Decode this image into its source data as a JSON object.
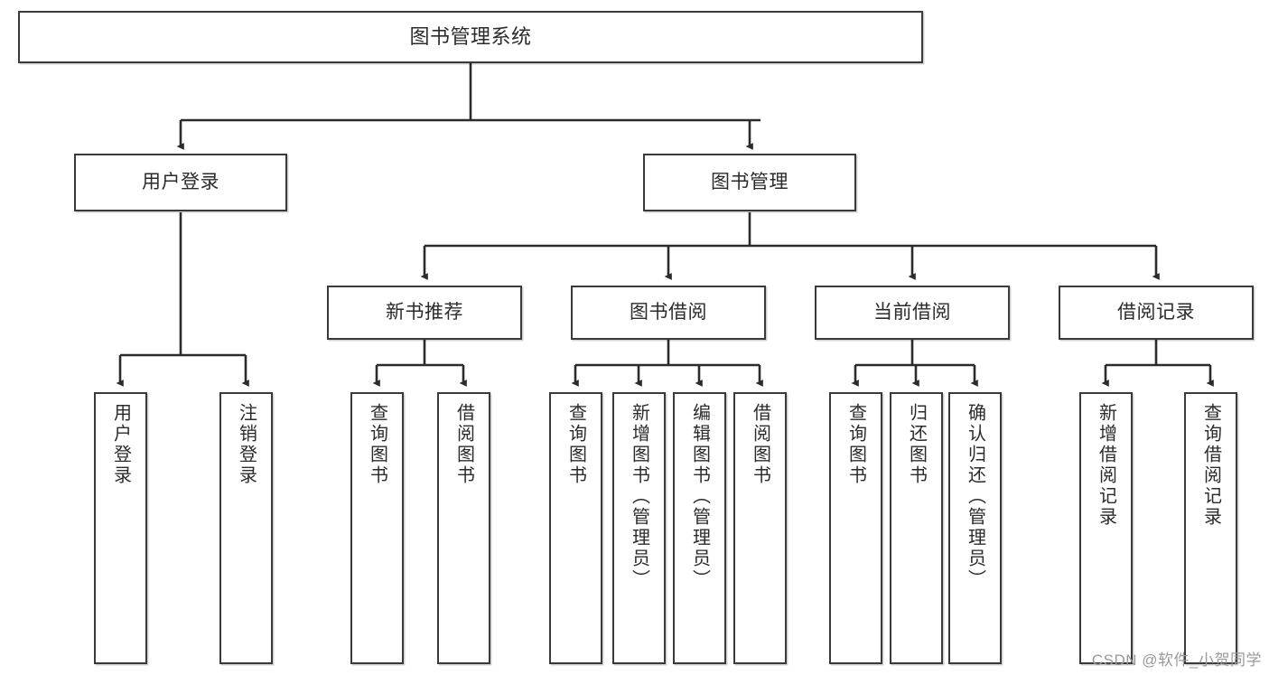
{
  "diagram": {
    "title": "图书管理系统",
    "type": "tree-hierarchy-chart",
    "watermark": "CSDN @软件_小贺同学",
    "colors": {
      "node_border": "#3a3a3a",
      "node_fill": "#ffffff",
      "connector": "#2b2b2b",
      "text": "#2b2b2b",
      "watermark": "#9a9a9a",
      "background": "#ffffff"
    },
    "nodes": {
      "root": {
        "label": "图书管理系统"
      },
      "level2": [
        {
          "id": "user-login",
          "label": "用户登录"
        },
        {
          "id": "book-management",
          "label": "图书管理"
        }
      ],
      "level3": [
        {
          "id": "new-book-recommend",
          "label": "新书推荐"
        },
        {
          "id": "book-borrow",
          "label": "图书借阅"
        },
        {
          "id": "current-borrow",
          "label": "当前借阅"
        },
        {
          "id": "borrow-record",
          "label": "借阅记录"
        }
      ],
      "leaves": [
        {
          "id": "leaf-user-login",
          "label": "用户登录",
          "parent": "user-login"
        },
        {
          "id": "leaf-logout-login",
          "label": "注销登录",
          "parent": "user-login"
        },
        {
          "id": "leaf-query-book-1",
          "label": "查询图书",
          "parent": "new-book-recommend"
        },
        {
          "id": "leaf-borrow-book-1",
          "label": "借阅图书",
          "parent": "new-book-recommend"
        },
        {
          "id": "leaf-query-book-2",
          "label": "查询图书",
          "parent": "book-borrow"
        },
        {
          "id": "leaf-add-book",
          "label": "新增图书（管理员）",
          "parent": "book-borrow"
        },
        {
          "id": "leaf-edit-book",
          "label": "编辑图书（管理员）",
          "parent": "book-borrow"
        },
        {
          "id": "leaf-borrow-book-2",
          "label": "借阅图书",
          "parent": "book-borrow"
        },
        {
          "id": "leaf-query-book-3",
          "label": "查询图书",
          "parent": "current-borrow"
        },
        {
          "id": "leaf-return-book",
          "label": "归还图书",
          "parent": "current-borrow"
        },
        {
          "id": "leaf-confirm-return",
          "label": "确认归还（管理员）",
          "parent": "current-borrow"
        },
        {
          "id": "leaf-add-record",
          "label": "新增借阅记录",
          "parent": "borrow-record"
        },
        {
          "id": "leaf-query-record",
          "label": "查询借阅记录",
          "parent": "borrow-record"
        }
      ]
    }
  }
}
